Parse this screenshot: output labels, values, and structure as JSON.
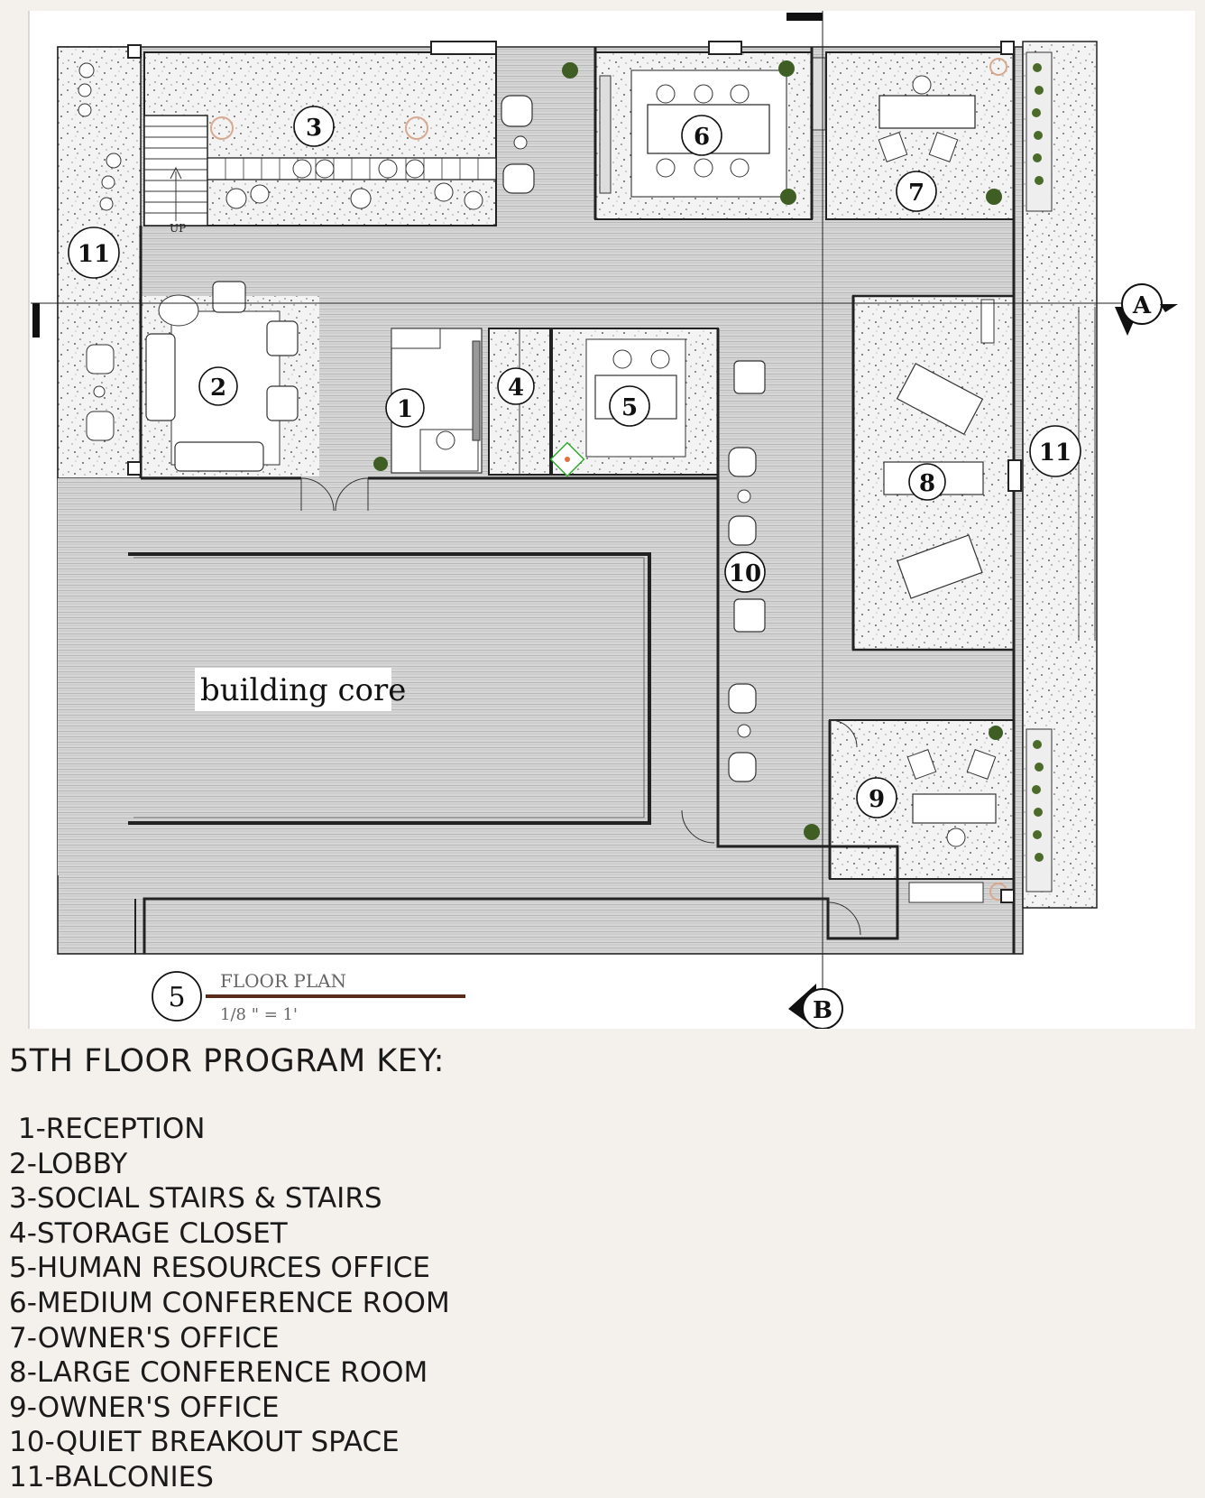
{
  "plan": {
    "rooms": [
      {
        "number": "1"
      },
      {
        "number": "2"
      },
      {
        "number": "3"
      },
      {
        "number": "4"
      },
      {
        "number": "5"
      },
      {
        "number": "6"
      },
      {
        "number": "7"
      },
      {
        "number": "8"
      },
      {
        "number": "9"
      },
      {
        "number": "10"
      },
      {
        "number": "11"
      },
      {
        "number": "11"
      }
    ],
    "core_label": "building core",
    "stair_label": "UP",
    "section_a": "A",
    "section_b": "B",
    "drawing_number": "5",
    "drawing_title": "FLOOR PLAN",
    "drawing_scale": "1/8 \" = 1'"
  },
  "key": {
    "title": "5TH FLOOR PROGRAM KEY:",
    "items": [
      " 1-RECEPTION",
      "2-LOBBY",
      "3-SOCIAL STAIRS & STAIRS",
      "4-STORAGE CLOSET",
      "5-HUMAN RESOURCES OFFICE",
      "6-MEDIUM CONFERENCE ROOM",
      "7-OWNER'S OFFICE",
      "8-LARGE CONFERENCE ROOM",
      "9-OWNER'S OFFICE",
      "10-QUIET BREAKOUT SPACE",
      "11-BALCONIES"
    ]
  }
}
